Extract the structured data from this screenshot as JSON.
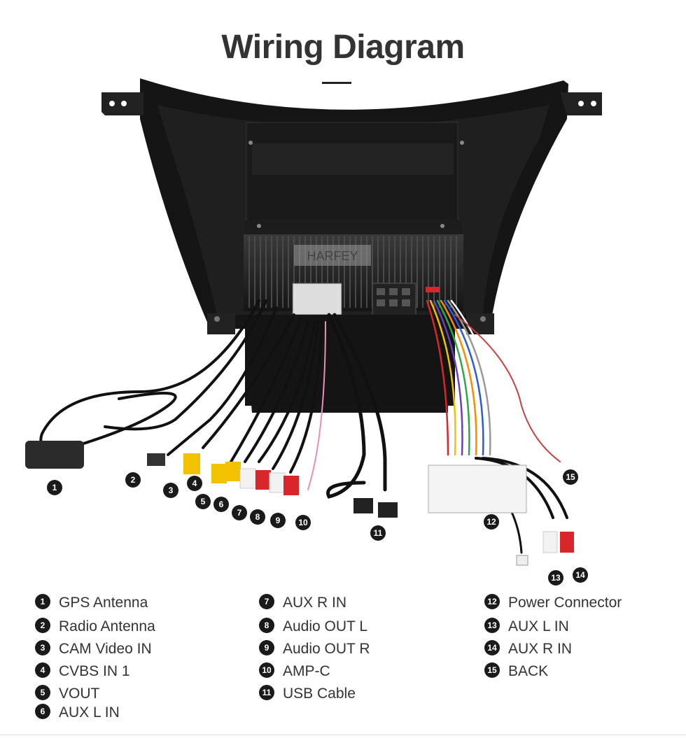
{
  "header": {
    "title": "Wiring Diagram"
  },
  "device": {
    "brand_watermark": "HARFEY"
  },
  "callouts": [
    "1",
    "2",
    "3",
    "4",
    "5",
    "6",
    "7",
    "8",
    "9",
    "10",
    "11",
    "12",
    "13",
    "14",
    "15"
  ],
  "legend": {
    "col1": [
      {
        "num": "1",
        "label": "GPS Antenna"
      },
      {
        "num": "2",
        "label": "Radio Antenna"
      },
      {
        "num": "3",
        "label": "CAM Video IN"
      },
      {
        "num": "4",
        "label": "CVBS IN 1"
      },
      {
        "num": "5",
        "label": "VOUT"
      },
      {
        "num": "6",
        "label": "AUX L IN"
      }
    ],
    "col2": [
      {
        "num": "7",
        "label": "AUX R IN"
      },
      {
        "num": "8",
        "label": "Audio OUT L"
      },
      {
        "num": "9",
        "label": "Audio OUT R"
      },
      {
        "num": "10",
        "label": "AMP-C"
      },
      {
        "num": "11",
        "label": "USB Cable"
      }
    ],
    "col3": [
      {
        "num": "12",
        "label": "Power Connector"
      },
      {
        "num": "13",
        "label": "AUX L IN"
      },
      {
        "num": "14",
        "label": "AUX R IN"
      },
      {
        "num": "15",
        "label": "BACK"
      }
    ]
  },
  "colors": {
    "rca_yellow": "#f2c200",
    "rca_red": "#d8262b",
    "rca_white": "#f2f2f2",
    "frame_black": "#151515",
    "badge": "#1a1a1a"
  }
}
